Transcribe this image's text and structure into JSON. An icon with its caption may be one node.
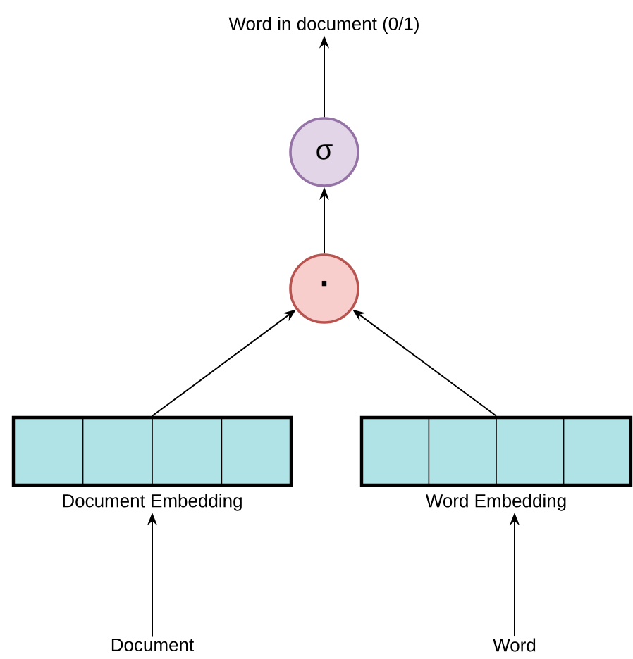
{
  "diagram": {
    "nodes": [
      {
        "text": [
          "Word in document (0/1)"
        ]
      },
      {
        "text": [
          "σ"
        ]
      },
      {
        "text": [
          "·"
        ]
      },
      {
        "text": [],
        "shape": "bar",
        "beside": [
          "Document Embedding"
        ]
      },
      {
        "text": [],
        "shape": "bar",
        "beside": [
          "Word Embedding"
        ]
      },
      {
        "text": [
          "Document"
        ]
      },
      {
        "text": [
          "Word"
        ]
      }
    ],
    "edges": [
      {
        "from": 1,
        "to": 0,
        "arrow": "to"
      },
      {
        "from": 2,
        "to": 1,
        "arrow": "to"
      },
      {
        "from": 3,
        "to": 2,
        "arrow": "to"
      },
      {
        "from": 4,
        "to": 2,
        "arrow": "to"
      },
      {
        "from": 5,
        "to": 3,
        "arrow": "to"
      },
      {
        "from": 6,
        "to": 4,
        "arrow": "to"
      }
    ]
  }
}
